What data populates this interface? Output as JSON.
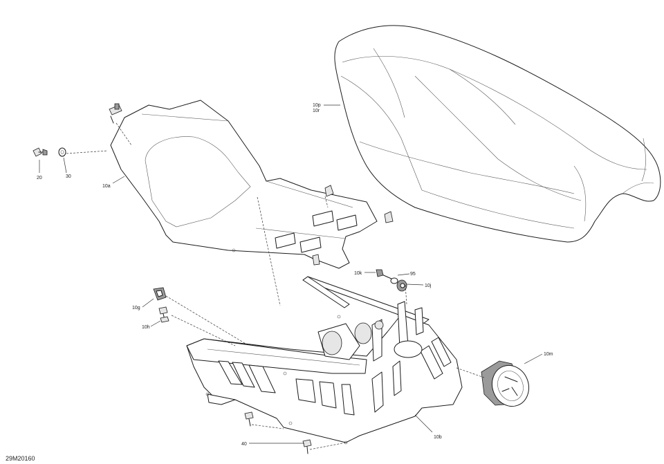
{
  "reference": "29M20160",
  "callouts": {
    "c10p": "10p",
    "c10r": "10r",
    "c20": "20",
    "c30": "30",
    "c10a": "10a",
    "c10k": "10k",
    "c95": "95",
    "c10j": "10j",
    "c10g": "10g",
    "c10h": "10h",
    "c10m": "10m",
    "c40": "40",
    "c10b": "10b"
  }
}
